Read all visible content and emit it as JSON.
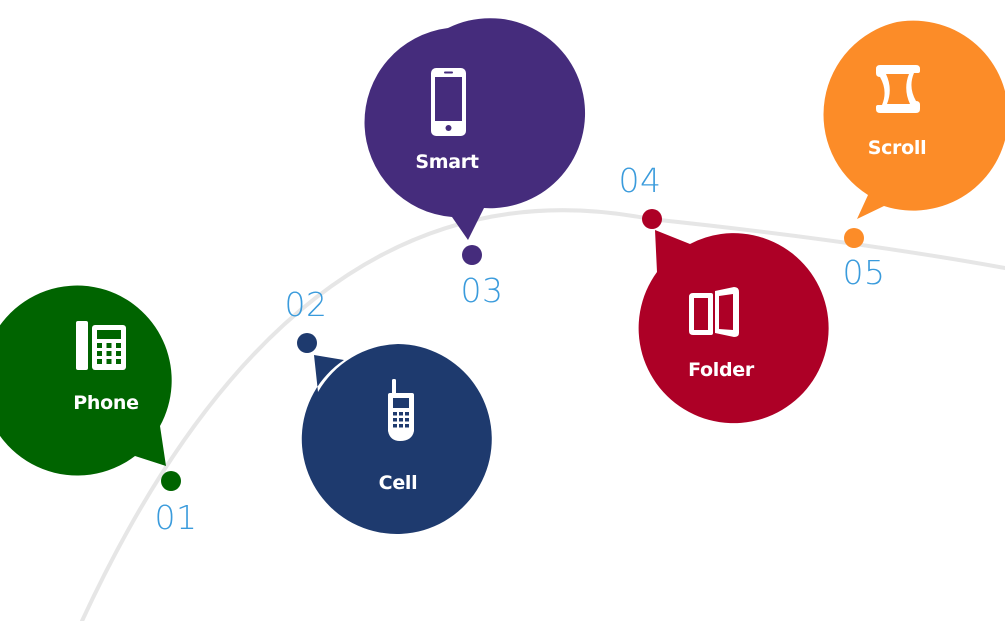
{
  "timeline": {
    "steps": [
      {
        "number": "01",
        "label": "Phone",
        "icon": "desk-phone-icon",
        "color": "#006400"
      },
      {
        "number": "02",
        "label": "Cell",
        "icon": "cell-phone-icon",
        "color": "#1e3a6e"
      },
      {
        "number": "03",
        "label": "Smart",
        "icon": "smartphone-icon",
        "color": "#452c7c"
      },
      {
        "number": "04",
        "label": "Folder",
        "icon": "flip-phone-icon",
        "color": "#ad0026"
      },
      {
        "number": "05",
        "label": "Scroll",
        "icon": "scroll-icon",
        "color": "#fc8c28"
      }
    ],
    "number_color": "#3a9bdc",
    "curve_color": "#e6e6e6"
  }
}
